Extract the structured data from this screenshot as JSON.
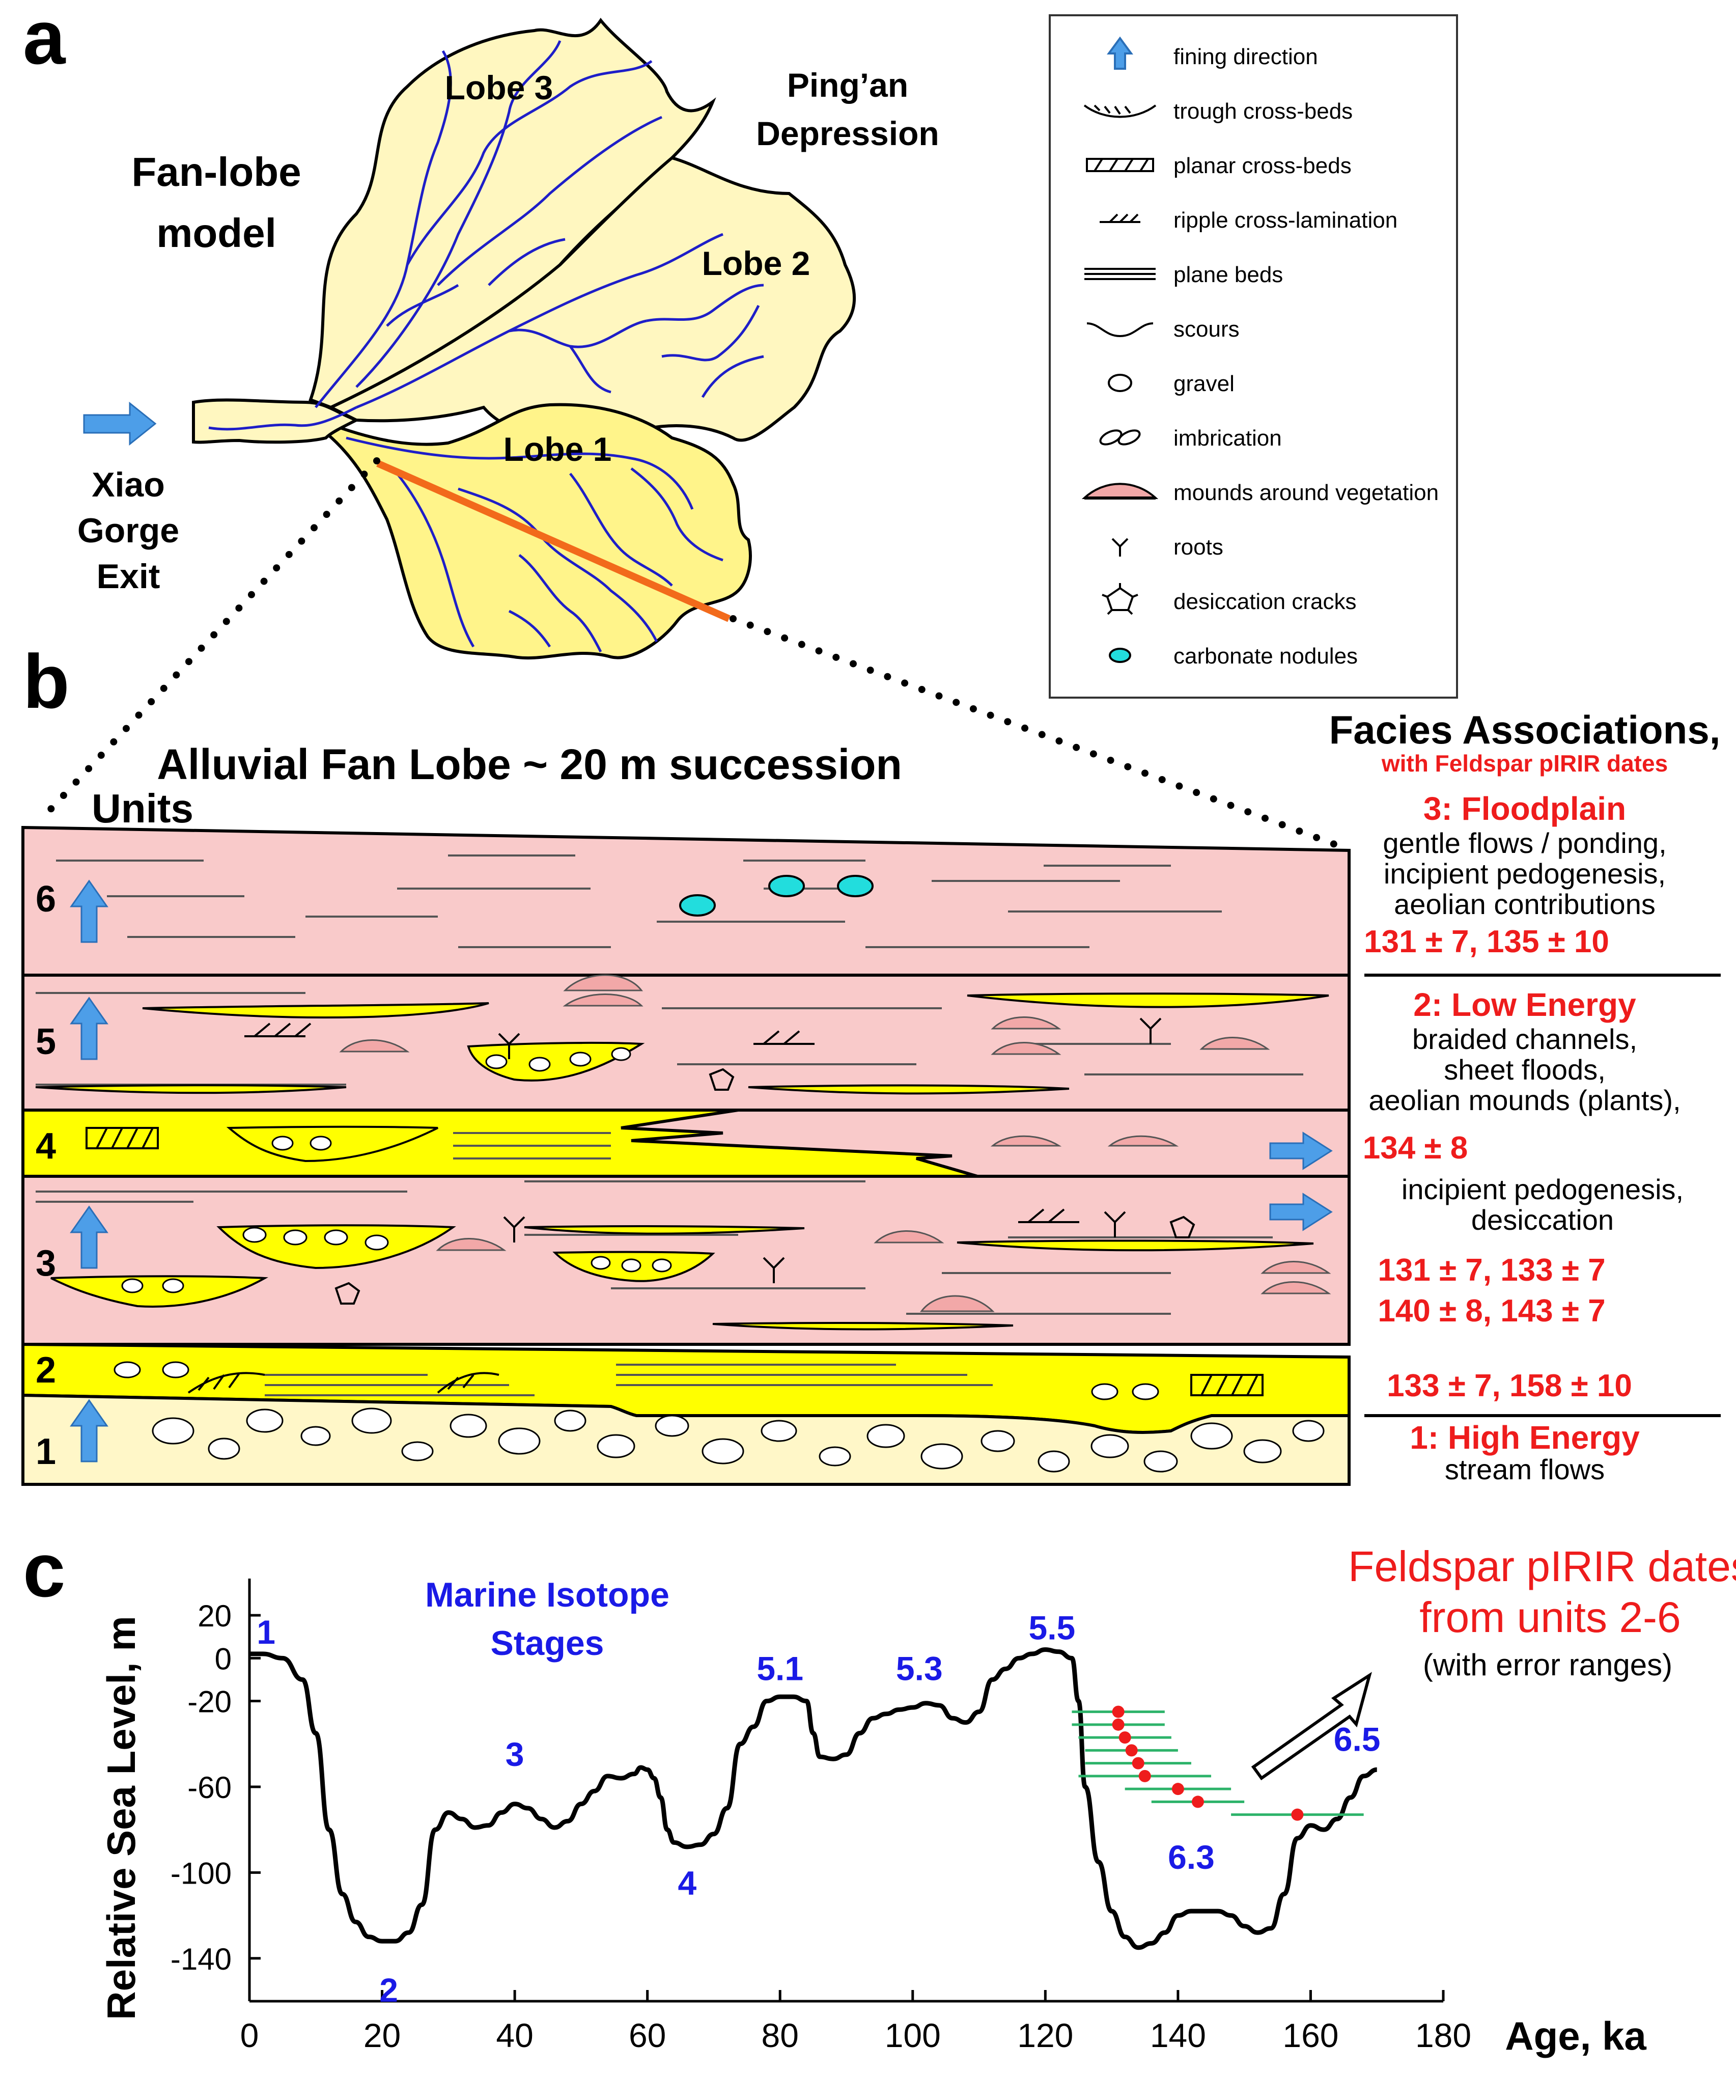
{
  "panels": {
    "a": "a",
    "b": "b",
    "c": "c"
  },
  "panel_a": {
    "title_line1": "Fan-lobe",
    "title_line2": "model",
    "basin_line1": "Ping’an",
    "basin_line2": "Depression",
    "source_line1": "Xiao",
    "source_line2": "Gorge",
    "source_line3": "Exit",
    "lobes": [
      "Lobe 3",
      "Lobe 2",
      "Lobe 1"
    ],
    "colors": {
      "lobe_fill": "#FFF7C0",
      "lobe1_fill": "#FFF48A",
      "channel": "#1E1EC8",
      "transect": "#F26A1B",
      "arrow": "#4D9EE8"
    }
  },
  "legend": [
    {
      "icon": "fining-arrow-icon",
      "label": "fining direction"
    },
    {
      "icon": "trough-cross-beds-icon",
      "label": "trough cross-beds"
    },
    {
      "icon": "planar-cross-beds-icon",
      "label": "planar cross-beds"
    },
    {
      "icon": "ripple-cross-lamination-icon",
      "label": "ripple cross-lamination"
    },
    {
      "icon": "plane-beds-icon",
      "label": "plane beds"
    },
    {
      "icon": "scour-icon",
      "label": "scours"
    },
    {
      "icon": "gravel-icon",
      "label": "gravel"
    },
    {
      "icon": "imbrication-icon",
      "label": "imbrication"
    },
    {
      "icon": "vegetation-mound-icon",
      "label": "mounds around vegetation"
    },
    {
      "icon": "root-icon",
      "label": "roots"
    },
    {
      "icon": "desiccation-crack-icon",
      "label": "desiccation cracks"
    },
    {
      "icon": "carbonate-nodule-icon",
      "label": "carbonate nodules"
    }
  ],
  "panel_b": {
    "title": "Alluvial Fan Lobe ~ 20 m succession",
    "units_label": "Units",
    "units": [
      "1",
      "2",
      "3",
      "4",
      "5",
      "6"
    ],
    "colors": {
      "floodplain": "#F9CACA",
      "sand": "#FFFF00",
      "gravel_bed": "#FFF7C8",
      "nodule": "#22DDDD"
    },
    "facies_header": "Facies Associations,",
    "facies_subheader": "with Feldspar pIRIR dates",
    "fa3_title": "3: Floodplain",
    "fa3_desc": [
      "gentle flows / ponding,",
      "incipient pedogenesis,",
      "aeolian contributions"
    ],
    "fa3_dates": "131 ± 7, 135 ± 10",
    "fa2_title": "2: Low Energy",
    "fa2_desc": [
      "braided channels,",
      "sheet floods,",
      "aeolian mounds (plants),"
    ],
    "fa2_date_unit4": "134 ± 8",
    "fa2_desc2": [
      "incipient pedogenesis,",
      "desiccation"
    ],
    "fa2_dates_unit3": [
      "131 ± 7, 133 ± 7",
      "140 ± 8, 143 ± 7"
    ],
    "unit2_dates": "133 ± 7, 158 ± 10",
    "fa1_title": "1: High Energy",
    "fa1_desc": "stream flows"
  },
  "chart_data": {
    "type": "line",
    "xlabel": "Age, ka",
    "ylabel": "Relative Sea Level, m",
    "xlim": [
      0,
      180
    ],
    "ylim": [
      -160,
      30
    ],
    "xticks": [
      0,
      20,
      40,
      60,
      80,
      100,
      120,
      140,
      160,
      180
    ],
    "yticks": [
      20,
      0,
      -20,
      -60,
      -100,
      -140
    ],
    "stages_title": [
      "Marine Isotope",
      "Stages"
    ],
    "series": [
      {
        "x": [
          0,
          2,
          5,
          8,
          10,
          12,
          14,
          16,
          18,
          20,
          22,
          24,
          26,
          28,
          30,
          32,
          34,
          36,
          38,
          40,
          42,
          44,
          46,
          48,
          50,
          52,
          54,
          56,
          58,
          59,
          60,
          61,
          62,
          63,
          64,
          66,
          68,
          70,
          72,
          74,
          76,
          78,
          80,
          82,
          84,
          85,
          86,
          88,
          90,
          92,
          94,
          96,
          98,
          100,
          102,
          104,
          106,
          108,
          110,
          112,
          114,
          116,
          118,
          120,
          122,
          124,
          125,
          126,
          128,
          130,
          132,
          134,
          136,
          138,
          140,
          142,
          144,
          146,
          148,
          150,
          152,
          154,
          156,
          158,
          160,
          162,
          164,
          166,
          168,
          170
        ],
        "y": [
          2,
          2,
          0,
          -10,
          -35,
          -80,
          -110,
          -123,
          -130,
          -132,
          -132,
          -128,
          -115,
          -80,
          -72,
          -75,
          -79,
          -78,
          -72,
          -68,
          -70,
          -75,
          -79,
          -76,
          -68,
          -62,
          -55,
          -56,
          -54,
          -51,
          -52,
          -56,
          -65,
          -80,
          -86,
          -88,
          -87,
          -82,
          -70,
          -40,
          -32,
          -20,
          -18,
          -18,
          -20,
          -35,
          -46,
          -47,
          -45,
          -35,
          -28,
          -26,
          -24,
          -23,
          -21,
          -22,
          -28,
          -30,
          -25,
          -10,
          -5,
          0,
          2,
          4,
          3,
          0,
          -20,
          -60,
          -95,
          -118,
          -130,
          -135,
          -133,
          -128,
          -120,
          -118,
          -118,
          -118,
          -120,
          -125,
          -128,
          -126,
          -110,
          -84,
          -78,
          -80,
          -75,
          -65,
          -55,
          -52
        ],
        "color": "#000000"
      }
    ],
    "stage_labels": [
      {
        "label": "1",
        "x": 2.5,
        "y": 12
      },
      {
        "label": "2",
        "x": 21,
        "y": -155
      },
      {
        "label": "3",
        "x": 40,
        "y": -45
      },
      {
        "label": "4",
        "x": 66,
        "y": -105
      },
      {
        "label": "5.1",
        "x": 80,
        "y": -5
      },
      {
        "label": "5.3",
        "x": 101,
        "y": -5
      },
      {
        "label": "5.5",
        "x": 121,
        "y": 14
      },
      {
        "label": "6.3",
        "x": 142,
        "y": -93
      },
      {
        "label": "6.5",
        "x": 167,
        "y": -38
      }
    ],
    "dates_label": [
      "Feldspar pIRIR dates",
      "from units 2-6"
    ],
    "dates_sublabel": "(with error ranges)",
    "dates": [
      {
        "age": 131,
        "error": 7,
        "level": -25
      },
      {
        "age": 131,
        "error": 7,
        "level": -31
      },
      {
        "age": 132,
        "error": 7,
        "level": -37
      },
      {
        "age": 133,
        "error": 7,
        "level": -43
      },
      {
        "age": 134,
        "error": 8,
        "level": -49
      },
      {
        "age": 135,
        "error": 10,
        "level": -55
      },
      {
        "age": 140,
        "error": 8,
        "level": -61
      },
      {
        "age": 143,
        "error": 7,
        "level": -67
      },
      {
        "age": 158,
        "error": 10,
        "level": -73
      }
    ],
    "colors": {
      "stage_label": "#1A1AE6",
      "dates_label": "#EE1C1C",
      "error_bar": "#2DB36A",
      "date_point": "#EE1C1C"
    }
  }
}
